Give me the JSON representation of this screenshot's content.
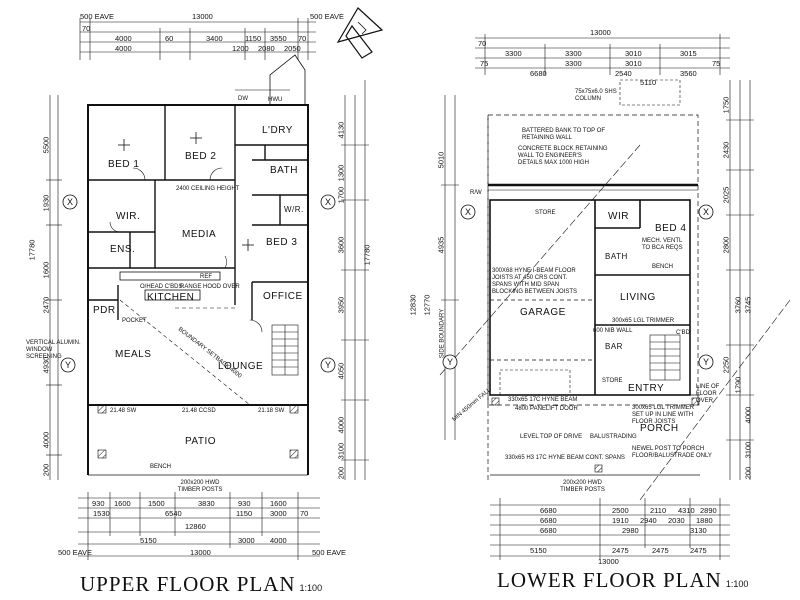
{
  "titles": {
    "upper": "UPPER FLOOR PLAN",
    "upper_scale": "1:100",
    "lower": "LOWER FLOOR PLAN",
    "lower_scale": "1:100"
  },
  "upper": {
    "rooms": {
      "bed1": "BED 1",
      "bed2": "BED 2",
      "ldry": "L'DRY",
      "bath": "BATH",
      "wir": "WIR.",
      "media": "MEDIA",
      "bed3": "BED 3",
      "ens": "ENS.",
      "wr": "W/R.",
      "pdr": "PDR",
      "kitchen": "KITCHEN",
      "office": "OFFICE",
      "meals": "MEALS",
      "lounge": "LOUNGE",
      "patio": "PATIO"
    },
    "notes": {
      "ceiling": "2400 CEILING HEIGHT",
      "rangehood": "RANGE HOOD OVER",
      "overhead": "O/HEAD C'BDS",
      "pockets": "POCKET",
      "dw": "DW",
      "ref": "REF",
      "hwu": "HWU",
      "screen": "VERTICAL ALUMIN. WINDOW SCREENING",
      "bench": "BENCH",
      "posts": "200x200 HWD TIMBER POSTS",
      "beam1": "21.48 SW",
      "beam2": "21.48 CCSD",
      "beam3": "21.18 SW",
      "boundary": "BOUNDARY SETBACK 4000"
    },
    "dims": {
      "top_eave_l": "500 EAVE",
      "top_overall": "13000",
      "top_eave_r": "500 EAVE",
      "top_70": "70",
      "top_row": [
        "4000",
        "60",
        "3400",
        "1150",
        "3550",
        "70"
      ],
      "top_row2": [
        "4000",
        "1200",
        "2080",
        "2050"
      ],
      "bot_row1": [
        "930",
        "1600",
        "1500",
        "3830",
        "930",
        "1600"
      ],
      "bot_row2": [
        "1530",
        "6540",
        "1150",
        "3000",
        "70"
      ],
      "bot_overall": "12860",
      "bot_row3": [
        "5150",
        "3000",
        "4000"
      ],
      "bot_eave_l": "500 EAVE",
      "bot_total": "13000",
      "bot_eave_r": "500 EAVE",
      "left_dims": [
        "5500",
        "1930",
        "1600",
        "2470",
        "4930",
        "4000",
        "200"
      ],
      "left_total": "17780",
      "right_dims": [
        "4130",
        "1300",
        "1700",
        "3600",
        "3950",
        "4050",
        "4000",
        "3100",
        "200"
      ],
      "right_total": "17780"
    },
    "grid": {
      "x": "X",
      "y": "Y"
    }
  },
  "lower": {
    "rooms": {
      "wir": "WIR",
      "bed4": "BED 4",
      "bath": "BATH",
      "store": "STORE",
      "living": "LIVING",
      "garage": "GARAGE",
      "bar": "BAR",
      "entry": "ENTRY",
      "store2": "STORE",
      "porch": "PORCH"
    },
    "notes": {
      "column": "75x75x6.0 SHS COLUMN",
      "batter": "BATTERED BANK TO TOP OF RETAINING WALL",
      "concrete": "CONCRETE BLOCK RETAINING WALL TO ENGINEER'S DETAILS MAX 1000 HIGH",
      "joists": "300X68 HYNE I-BEAM FLOOR JOISTS AT 450 CRS CONT. SPANS WITH MID SPAN BLOCKING BETWEEN JOISTS",
      "mech": "MECH. VENTL TO BCA REQS",
      "bench": "BENCH",
      "lvl": "300x65 LGL TRIMMER",
      "nib": "600 NIB WALL",
      "beam": "330x65 17C HYNE BEAM",
      "panel": "4800 PANELIFT DOOR",
      "level": "LEVEL TOP OF DRIVE",
      "baltrade": "BALUSTRADING",
      "newel": "NEWEL POST TO PORCH FLOOR/BALUSTRADE ONLY",
      "floor_line": "LINE OF FLOOR OVER",
      "trimmer": "300x65 LGL TRIMMER SET UP IN LINE WITH FLOOR JOISTS",
      "posts": "200x200 HWD TIMBER POSTS",
      "cont": "330x65 H3 17C HYNE BEAM CONT. SPANS",
      "side": "SIDE BOUNDARY",
      "min": "MIN 450mm FALL",
      "store_lbl": "STORE",
      "cbd": "C'BD",
      "rw": "R/W"
    },
    "dims": {
      "top_overall": "13000",
      "top_70": "70",
      "top_row1": [
        "3300",
        "3300",
        "3010",
        "3015"
      ],
      "top_row1b": [
        "75",
        "3300",
        "3010",
        "75"
      ],
      "top_row2": [
        "6680",
        "2540",
        "3560"
      ],
      "top_5110": "5110",
      "bot_row1": [
        "6680",
        "2500",
        "2110",
        "4310",
        "2890"
      ],
      "bot_row2": [
        "6680",
        "1910",
        "2940",
        "2030",
        "1880"
      ],
      "bot_row3": [
        "6680",
        "2980",
        "3130"
      ],
      "bot_row4": [
        "5150",
        "2475",
        "2475",
        "2475"
      ],
      "bot_total": "13000",
      "left_dims": [
        "5010",
        "4935"
      ],
      "left_total": "12770",
      "left_total2": "12830",
      "right_dims": [
        "1750",
        "2430",
        "2025",
        "2800",
        "3760",
        "3745",
        "2250",
        "1790",
        "4000",
        "3100",
        "200"
      ]
    },
    "grid": {
      "x": "X",
      "y": "Y"
    }
  }
}
